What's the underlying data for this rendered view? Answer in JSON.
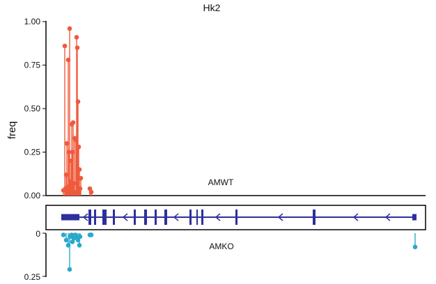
{
  "chart_data": {
    "type": "lollipop",
    "title": "Hk2",
    "ylabel": "freq",
    "colors": {
      "top": "#ef5a3c",
      "bottom": "#2aa8cc",
      "gene": "#2e2f9c",
      "axis": "#000000"
    },
    "top_panel": {
      "label": "AMWT",
      "ylim": [
        0,
        1
      ],
      "ticks": [
        0,
        0.25,
        0.5,
        0.75,
        1
      ],
      "tick_labels": [
        "0.00",
        "0.25",
        "0.50",
        "0.75",
        "1.00"
      ],
      "x": [
        91,
        93,
        94,
        95,
        96,
        97,
        98,
        99,
        100,
        101,
        102,
        103,
        103,
        104,
        105,
        106,
        107,
        108,
        109,
        110,
        111,
        112,
        113,
        114,
        115,
        116,
        129,
        131
      ],
      "values": [
        0.03,
        0.86,
        0.04,
        0.12,
        0.3,
        0.05,
        0.78,
        0.25,
        0.96,
        0.08,
        0.2,
        0.41,
        0.05,
        0.25,
        0.42,
        0.07,
        0.33,
        0.02,
        0.32,
        0.91,
        0.85,
        0.54,
        0.28,
        0.15,
        0.04,
        0.1,
        0.04,
        0.02
      ]
    },
    "bottom_panel": {
      "label": "AMKO",
      "ylim": [
        0,
        0.25
      ],
      "ticks": [
        0,
        0.25
      ],
      "tick_labels": [
        "0",
        "0.25"
      ],
      "x": [
        91,
        95,
        98,
        100,
        101,
        103,
        104,
        106,
        108,
        110,
        112,
        114,
        115,
        129,
        131,
        596
      ],
      "values": [
        0.01,
        0.04,
        0.07,
        0.21,
        0.02,
        0.01,
        0.05,
        0.03,
        0.01,
        0.02,
        0.04,
        0.07,
        0.02,
        0.01,
        0.01,
        0.08
      ]
    },
    "gene_model": {
      "x_start": 88,
      "x_end": 598,
      "exons": [
        [
          88,
          114
        ],
        [
          127,
          131
        ],
        [
          135,
          138
        ],
        [
          147,
          153
        ],
        [
          162,
          165
        ],
        [
          192,
          195
        ],
        [
          207,
          211
        ],
        [
          222,
          225
        ],
        [
          236,
          240
        ],
        [
          272,
          275
        ],
        [
          282,
          284
        ],
        [
          289,
          292
        ],
        [
          338,
          341
        ],
        [
          449,
          453
        ],
        [
          592,
          598
        ]
      ],
      "arrows": [
        120,
        177,
        250,
        310,
        400,
        508,
        554
      ]
    }
  }
}
